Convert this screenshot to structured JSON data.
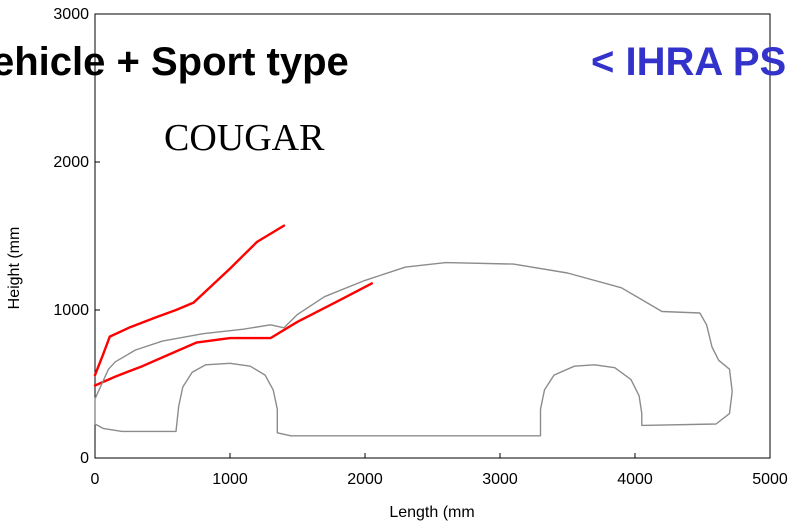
{
  "header": {
    "title_left": "ehicle + Sport type",
    "title_right": "< IHRA PS",
    "model_label": "COUGAR"
  },
  "colors": {
    "heading_right": "#3333cc",
    "test_lines": "#ff0000",
    "vehicle_outline": "#8c8c8c"
  },
  "chart_data": {
    "type": "line",
    "title": "",
    "xlabel": "Length (mm",
    "ylabel": "Height (mm",
    "xlim": [
      0,
      5000
    ],
    "ylim": [
      0,
      3000
    ],
    "x_ticks": [
      0,
      1000,
      2000,
      3000,
      4000,
      5000
    ],
    "y_ticks": [
      0,
      1000,
      2000,
      3000
    ],
    "grid": false,
    "series": [
      {
        "role": "test_line_upper",
        "color": "#ff0000",
        "points": [
          [
            0,
            560
          ],
          [
            60,
            700
          ],
          [
            110,
            820
          ],
          [
            250,
            880
          ],
          [
            450,
            950
          ],
          [
            600,
            1000
          ],
          [
            730,
            1050
          ],
          [
            1000,
            1280
          ],
          [
            1200,
            1460
          ],
          [
            1400,
            1570
          ]
        ]
      },
      {
        "role": "test_line_lower",
        "color": "#ff0000",
        "points": [
          [
            0,
            490
          ],
          [
            150,
            550
          ],
          [
            350,
            620
          ],
          [
            550,
            700
          ],
          [
            750,
            780
          ],
          [
            1000,
            810
          ],
          [
            1300,
            810
          ],
          [
            1500,
            920
          ],
          [
            1800,
            1060
          ],
          [
            2050,
            1180
          ]
        ]
      },
      {
        "role": "vehicle_outline",
        "color": "#8c8c8c",
        "points": [
          [
            0,
            400
          ],
          [
            0,
            230
          ],
          [
            60,
            200
          ],
          [
            200,
            180
          ],
          [
            600,
            180
          ],
          [
            620,
            350
          ],
          [
            650,
            480
          ],
          [
            720,
            580
          ],
          [
            820,
            630
          ],
          [
            1000,
            640
          ],
          [
            1150,
            620
          ],
          [
            1260,
            560
          ],
          [
            1320,
            460
          ],
          [
            1350,
            330
          ],
          [
            1350,
            170
          ],
          [
            1450,
            150
          ],
          [
            3300,
            150
          ],
          [
            3300,
            330
          ],
          [
            3330,
            460
          ],
          [
            3400,
            560
          ],
          [
            3550,
            620
          ],
          [
            3700,
            630
          ],
          [
            3850,
            610
          ],
          [
            3970,
            530
          ],
          [
            4030,
            420
          ],
          [
            4050,
            300
          ],
          [
            4050,
            220
          ],
          [
            4600,
            230
          ],
          [
            4700,
            300
          ],
          [
            4720,
            450
          ],
          [
            4700,
            600
          ],
          [
            4620,
            660
          ],
          [
            4570,
            750
          ],
          [
            4530,
            900
          ],
          [
            4480,
            980
          ],
          [
            4200,
            990
          ],
          [
            3900,
            1150
          ],
          [
            3500,
            1250
          ],
          [
            3100,
            1310
          ],
          [
            2600,
            1320
          ],
          [
            2300,
            1290
          ],
          [
            2000,
            1200
          ],
          [
            1700,
            1090
          ],
          [
            1500,
            970
          ],
          [
            1400,
            880
          ],
          [
            1300,
            900
          ],
          [
            1100,
            870
          ],
          [
            800,
            840
          ],
          [
            500,
            790
          ],
          [
            300,
            730
          ],
          [
            150,
            650
          ],
          [
            100,
            600
          ]
        ]
      }
    ]
  }
}
